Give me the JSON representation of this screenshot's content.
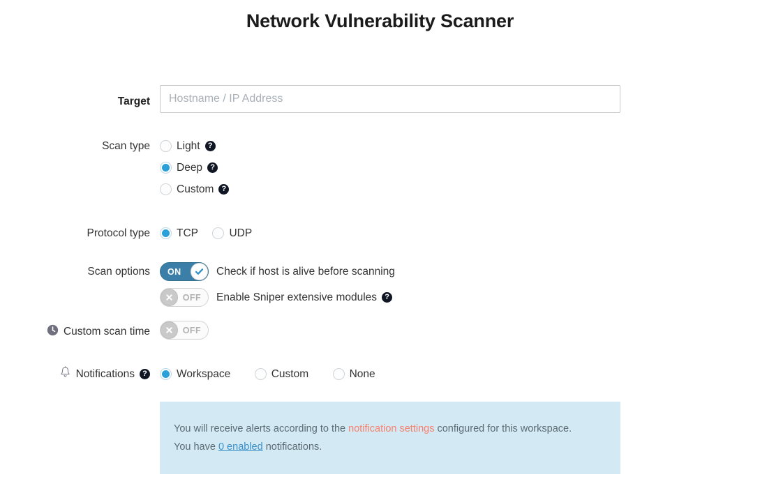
{
  "page": {
    "title": "Network Vulnerability Scanner"
  },
  "target": {
    "label": "Target",
    "placeholder": "Hostname / IP Address",
    "value": ""
  },
  "scan_type": {
    "label": "Scan type",
    "selected": "Deep",
    "options": [
      {
        "label": "Light",
        "checked": false,
        "help": "?"
      },
      {
        "label": "Deep",
        "checked": true,
        "help": "?"
      },
      {
        "label": "Custom",
        "checked": false,
        "help": "?"
      }
    ]
  },
  "protocol_type": {
    "label": "Protocol type",
    "selected": "TCP",
    "options": [
      {
        "label": "TCP",
        "checked": true
      },
      {
        "label": "UDP",
        "checked": false
      }
    ]
  },
  "scan_options": {
    "label": "Scan options",
    "items": [
      {
        "text": "Check if host is alive before scanning",
        "state": "ON",
        "on": true,
        "help": null
      },
      {
        "text": "Enable Sniper extensive modules",
        "state": "OFF",
        "on": false,
        "help": "?"
      }
    ]
  },
  "custom_scan_time": {
    "label": "Custom scan time",
    "icon": "clock-icon",
    "state": "OFF",
    "on": false
  },
  "notifications": {
    "label": "Notifications",
    "icon": "bell-icon",
    "help": "?",
    "selected": "Workspace",
    "options": [
      {
        "label": "Workspace",
        "checked": true
      },
      {
        "label": "Custom",
        "checked": false
      },
      {
        "label": "None",
        "checked": false
      }
    ],
    "info": {
      "line1_before": "You will receive alerts according to the ",
      "line1_link": "notification settings",
      "line1_after": " configured for this workspace.",
      "line2_before": "You have ",
      "line2_link": "0 enabled",
      "line2_after": " notifications."
    }
  },
  "colors": {
    "accent_blue": "#29a0da",
    "toggle_on": "#3b7ea8",
    "info_bg": "#d3e9f4",
    "coral_link": "#f4816e",
    "blue_link": "#3a8fc7",
    "help_bg": "#101624"
  }
}
